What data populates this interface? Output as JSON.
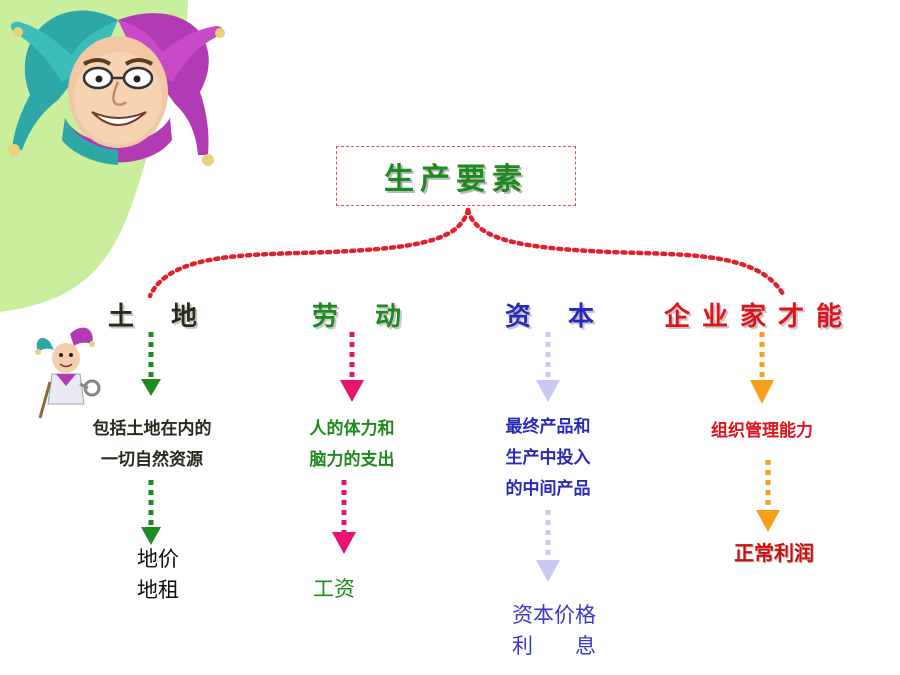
{
  "title": "生产要素",
  "colors": {
    "connector": "#e0202a",
    "land": "#1f8a1f",
    "labor": "#e6146e",
    "capital": "#c8c8f0",
    "entrepreneur": "#f5a01a",
    "blob": "#c9ef9c"
  },
  "factors": [
    {
      "name": "土 地",
      "description": [
        "包括土地在内的",
        "一切自然资源"
      ],
      "results": [
        "地价",
        "地租"
      ]
    },
    {
      "name": "劳 动",
      "description": [
        "人的体力和",
        "脑力的支出"
      ],
      "results": [
        "工资"
      ]
    },
    {
      "name": "资 本",
      "description": [
        "最终产品和",
        "生产中投入",
        "的中间产品"
      ],
      "results": [
        "资本价格",
        "利　　息"
      ]
    },
    {
      "name": "企业家才能",
      "description": [
        "组织管理能力"
      ],
      "results": [
        "正常利润"
      ]
    }
  ],
  "illustrations": [
    "jester-head-icon",
    "jester-mascot-icon"
  ]
}
